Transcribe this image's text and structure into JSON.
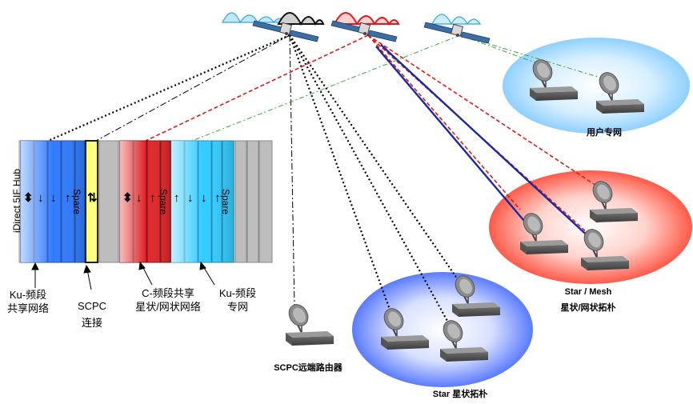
{
  "hub": {
    "title": "iDirect 5IF Hub",
    "spare_label": "Spare"
  },
  "bottom_labels": {
    "ku_shared": [
      "Ku-频段",
      "共享网络"
    ],
    "scpc": [
      "SCPC",
      "连接"
    ],
    "c_shared": [
      "C-频段共享",
      "星状/网状网络"
    ],
    "ku_private": [
      "Ku-频段",
      "专网"
    ]
  },
  "groups": {
    "private": "用户专网",
    "star_mesh": [
      "Star / Mesh",
      "星状/网状拓朴"
    ],
    "scpc_router": "SCPC远端路由器",
    "star": "Star 星状拓朴"
  },
  "colors": {
    "ku_shared": "#2f7bff",
    "scpc": "#ffff80",
    "c_band": "#e0262a",
    "ku_private": "#33ccff",
    "unused": "#bdbdbd",
    "blue_ellipse": "#5b7bff",
    "red_ellipse": "#ff7060",
    "cyan_ellipse": "#8fd0ff"
  }
}
